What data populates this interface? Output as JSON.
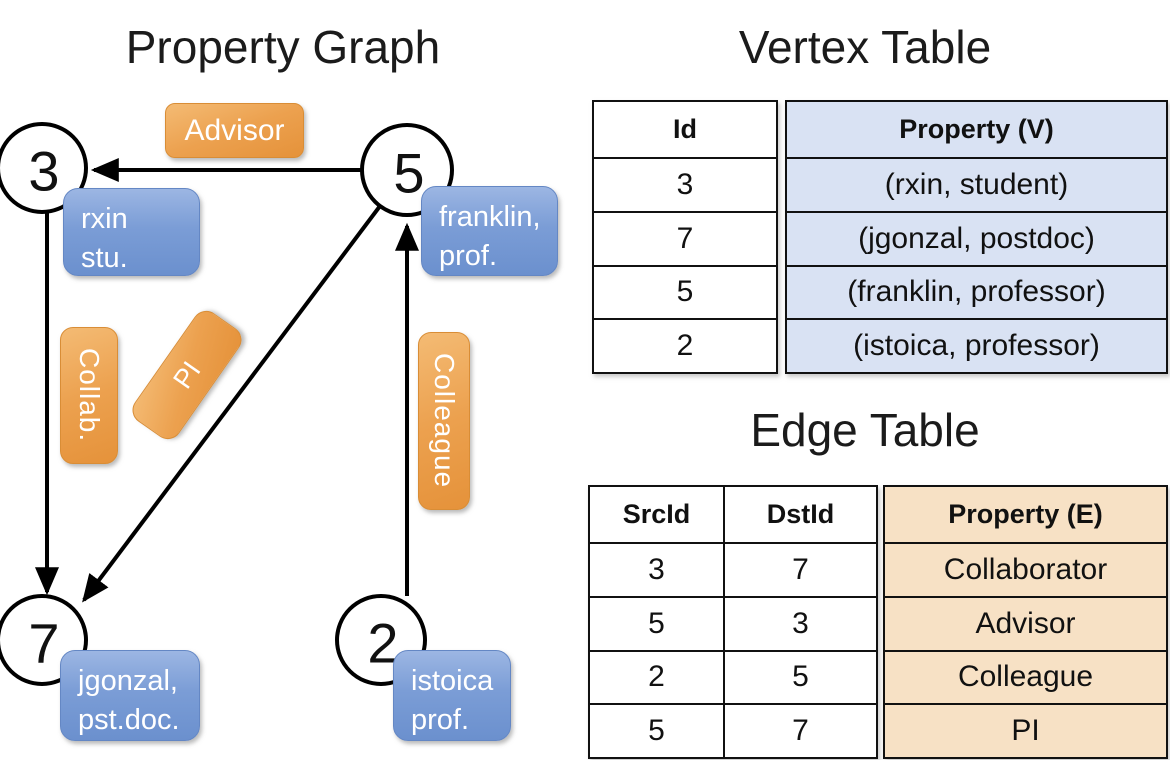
{
  "graph": {
    "title": "Property Graph",
    "vertices": [
      {
        "id": "3",
        "line1": "rxin",
        "line2": "stu."
      },
      {
        "id": "5",
        "line1": "franklin,",
        "line2": "prof."
      },
      {
        "id": "7",
        "line1": "jgonzal,",
        "line2": "pst.doc."
      },
      {
        "id": "2",
        "line1": "istoica",
        "line2": "prof."
      }
    ],
    "edges": [
      {
        "label": "Advisor"
      },
      {
        "label": "Collab."
      },
      {
        "label": "PI"
      },
      {
        "label": "Colleague"
      }
    ]
  },
  "vertex_table": {
    "title": "Vertex Table",
    "columns": [
      "Id",
      "Property (V)"
    ],
    "rows": [
      [
        "3",
        "(rxin, student)"
      ],
      [
        "7",
        "(jgonzal, postdoc)"
      ],
      [
        "5",
        "(franklin, professor)"
      ],
      [
        "2",
        "(istoica, professor)"
      ]
    ]
  },
  "edge_table": {
    "title": "Edge Table",
    "columns": [
      "SrcId",
      "DstId",
      "Property (E)"
    ],
    "rows": [
      [
        "3",
        "7",
        "Collaborator"
      ],
      [
        "5",
        "3",
        "Advisor"
      ],
      [
        "2",
        "5",
        "Colleague"
      ],
      [
        "5",
        "7",
        "PI"
      ]
    ]
  },
  "colors": {
    "edge_label_orange": "#ECA14F",
    "vertex_label_blue": "#7B9DD6",
    "vertex_table_fill": "#D9E2F3",
    "edge_table_fill": "#F7E1C5",
    "line_black": "#000000"
  }
}
